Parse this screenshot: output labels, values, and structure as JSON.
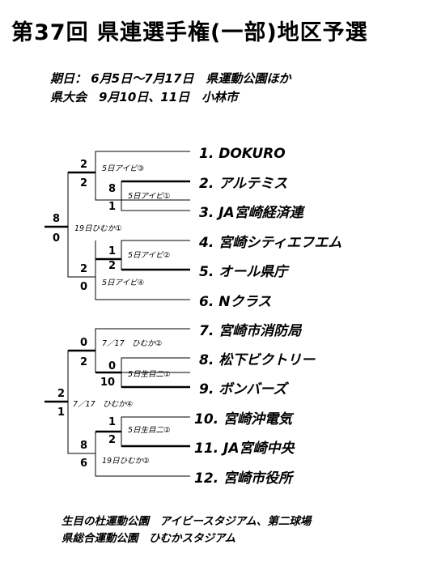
{
  "title": "第37回 県連選手権(一部)地区予選",
  "info": {
    "line1": "期日： 6月5日～7月17日　県運動公園ほか",
    "line2": "県大会　9月10日、11日　小林市"
  },
  "teams": [
    {
      "seed": "1.",
      "name": "DOKURO"
    },
    {
      "seed": "2.",
      "name": "アルテミス"
    },
    {
      "seed": "3.",
      "name": "JA宮崎経済連"
    },
    {
      "seed": "4.",
      "name": "宮崎シティエフエム"
    },
    {
      "seed": "5.",
      "name": "オール県庁"
    },
    {
      "seed": "6.",
      "name": "Nクラス"
    },
    {
      "seed": "7.",
      "name": "宮崎市消防局"
    },
    {
      "seed": "8.",
      "name": "松下ビクトリー"
    },
    {
      "seed": "9.",
      "name": "ボンバーズ"
    },
    {
      "seed": "10.",
      "name": "宮崎沖電気"
    },
    {
      "seed": "11.",
      "name": "JA宮崎中央"
    },
    {
      "seed": "12.",
      "name": "宮崎市役所"
    }
  ],
  "matches": {
    "m23": {
      "note": "5日アイビ①",
      "top": "8",
      "bottom": "1"
    },
    "m1w23": {
      "note": "5日アイビ③",
      "top": "2",
      "bottom": "2"
    },
    "m45": {
      "note": "5日アイビ②",
      "top": "1",
      "bottom": "2"
    },
    "mw45_6": {
      "note": "5日アイビ④",
      "top": "2",
      "bottom": "0"
    },
    "semiA": {
      "note": "19日ひむか①",
      "top": "8",
      "bottom": "0"
    },
    "m89": {
      "note": "5日生目二①",
      "top": "0",
      "bottom": "10"
    },
    "m7w89": {
      "note": "7／17　ひむか②",
      "top": "0",
      "bottom": "2"
    },
    "m1011": {
      "note": "5日生目二②",
      "top": "1",
      "bottom": "2"
    },
    "mw1011_12": {
      "note": "19日ひむか②",
      "top": "8",
      "bottom": "6"
    },
    "semiB": {
      "note": "7／17　ひむか④",
      "top": "2",
      "bottom": "1"
    }
  },
  "footer": {
    "line1": "生目の杜運動公園　アイビースタジアム、第二球場",
    "line2": "県総合運動公園　ひむかスタジアム"
  }
}
